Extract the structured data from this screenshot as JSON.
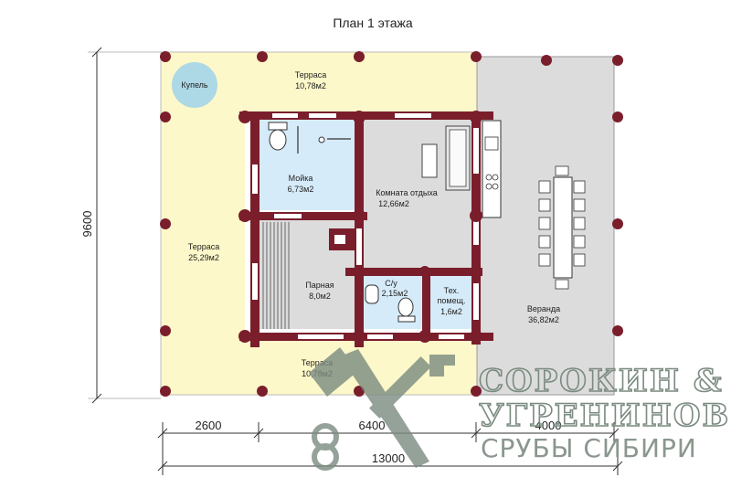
{
  "title": "План 1 этажа",
  "rooms": {
    "kupel": "Купель",
    "terrace_top": {
      "name": "Терраса",
      "area": "10,78м2"
    },
    "terrace_left": {
      "name": "Терраса",
      "area": "25,29м2"
    },
    "terrace_bottom": {
      "name": "Терраса",
      "area": "10,78м2"
    },
    "moika": {
      "name": "Мойка",
      "area": "6,73м2"
    },
    "rest": {
      "name": "Комната отдыха",
      "area": "12,66м2"
    },
    "parnaya": {
      "name": "Парная",
      "area": "8,0м2"
    },
    "su": {
      "name": "С/у",
      "area": "2,15м2"
    },
    "tech": {
      "name": "Тех.",
      "name2": "помещ.",
      "area": "1,6м2"
    },
    "veranda": {
      "name": "Веранда",
      "area": "36,82м2"
    }
  },
  "dimensions": {
    "height": "9600",
    "w1": "2600",
    "w2": "6400",
    "w3": "4000",
    "total": "13000"
  },
  "brand": {
    "line1": "СОРОКИН &",
    "line2": "УГРЕНИНОВ",
    "line3": "СРУБЫ СИБИРИ"
  },
  "colors": {
    "terrace": "#fcf8c9",
    "veranda": "#dcdcdc",
    "wet": "#d6ebf9",
    "wall": "#7a1e2c",
    "post": "#7a1e2c",
    "kupel": "#add8e6",
    "logo": "#7b8b80"
  }
}
